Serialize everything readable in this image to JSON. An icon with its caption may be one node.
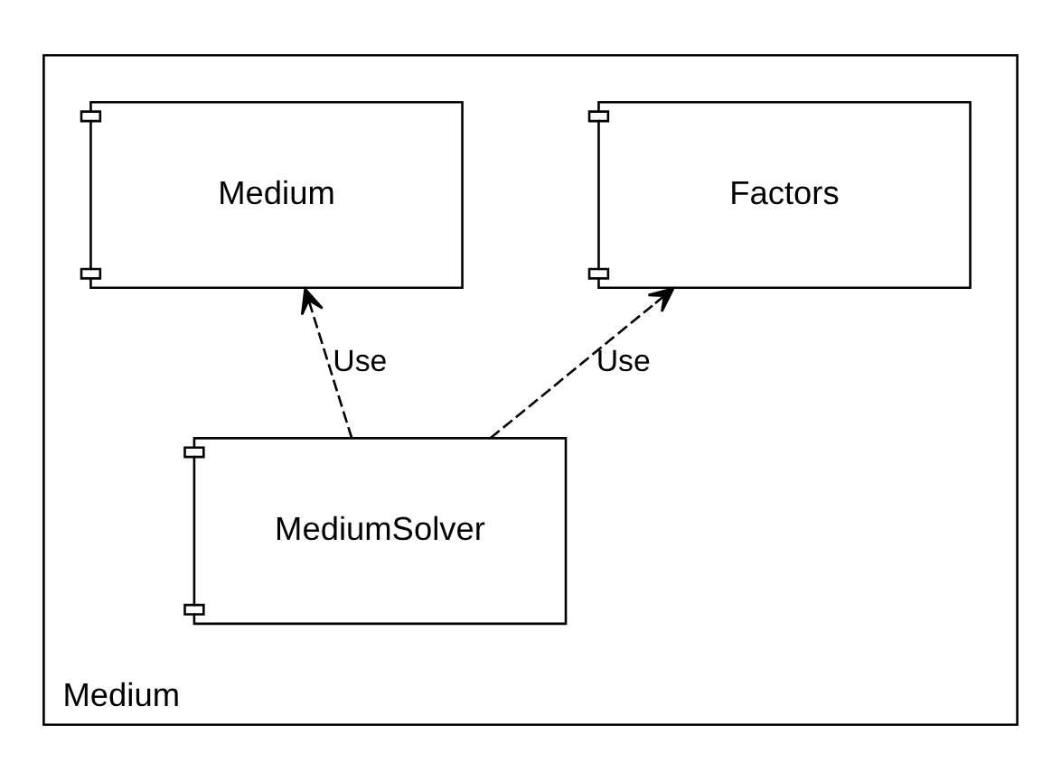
{
  "diagram": {
    "nodes": [
      {
        "text": [
          "Medium"
        ]
      },
      {
        "text": [
          "Medium"
        ],
        "in": 0
      },
      {
        "text": [
          "Factors"
        ],
        "in": 0
      },
      {
        "text": [
          "MediumSolver"
        ],
        "in": 0
      }
    ],
    "edges": [
      {
        "from": 3,
        "to": 1,
        "arrow": "to",
        "label": "Use",
        "style": "dashed"
      },
      {
        "from": 3,
        "to": 2,
        "arrow": "to",
        "label": "Use",
        "style": "dashed"
      }
    ]
  }
}
